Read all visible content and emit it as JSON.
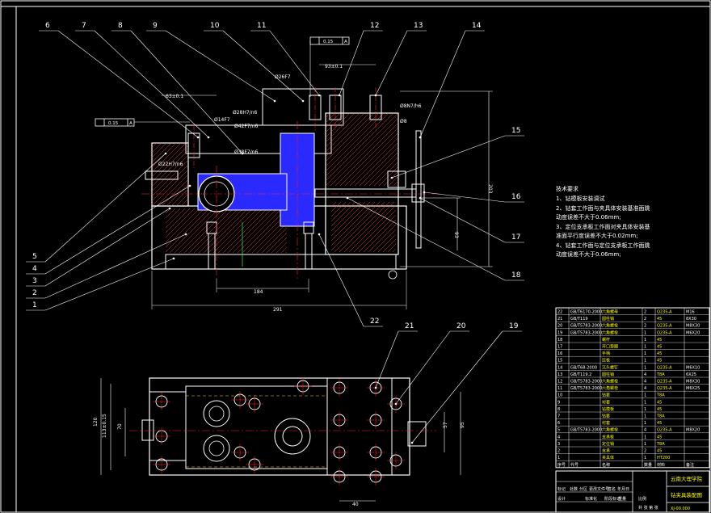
{
  "drawing": {
    "colors": {
      "background": "#000000",
      "line": "#ffffff",
      "center": "#ff2020",
      "hatch": "#ff4040",
      "part": "#3030ff",
      "leader": "#ffffff",
      "dim": "#ffffff",
      "title": "#ffff00",
      "green": "#33dd33"
    },
    "balloons": [
      "1",
      "2",
      "3",
      "4",
      "5",
      "6",
      "7",
      "8",
      "9",
      "10",
      "11",
      "12",
      "13",
      "14",
      "15",
      "16",
      "17",
      "18",
      "19",
      "20",
      "21",
      "22"
    ],
    "dims_front": {
      "d_93": "93±0.1",
      "d_63": "63±0.1",
      "d_26f7": "Ø26F7",
      "d_28h7": "Ø28H7/n6",
      "d_14f7": "Ø14F7",
      "d_42f7": "Ø42F7/n6",
      "d_38f7": "Ø38F7/n6",
      "d_22h7": "Ø22H7/n6",
      "d_8n7": "Ø8N7/h6",
      "d_phi_a": "Ø8",
      "d_184": "184",
      "d_291": "291",
      "d_203": "203",
      "d_93v": "93",
      "tol1": "0.15",
      "tol1_ref": "A",
      "tol2": "0.15",
      "tol2_ref": "A"
    },
    "dims_top": {
      "d_120": "120",
      "d_113": "113±0.15",
      "d_70": "70",
      "d_57": "57",
      "d_95": "95",
      "d_40": "40"
    }
  },
  "notes": {
    "title": "技术要求",
    "lines": [
      "1、钻模板安装调试",
      "2、钻套工作面与夹具体安装基准面跳",
      "动度误差不大于0.06mm;",
      "3、定位支承板工作面对夹具体安装基",
      "准面平行度误差不大于0.02mm;",
      "4、钻套工作面与定位支承板工作面跳",
      "动度误差不大于0.06mm;"
    ]
  },
  "bom": {
    "rows": [
      [
        "22",
        "GB/T6170-2000",
        "六角螺母",
        "2",
        "Q235-A",
        "M16"
      ],
      [
        "21",
        "GB/T119",
        "圆柱销",
        "2",
        "45",
        "8X30"
      ],
      [
        "20",
        "GB/T5783-2000",
        "六角螺栓",
        "2",
        "Q235-A",
        "M8X30"
      ],
      [
        "19",
        "GB/T5783-2000",
        "六角螺栓",
        "1",
        "Q235-A",
        "M6X20"
      ],
      [
        "18",
        "",
        "螺杆",
        "1",
        "45",
        ""
      ],
      [
        "17",
        "",
        "开口垫圈",
        "1",
        "45",
        ""
      ],
      [
        "16",
        "",
        "手柄",
        "1",
        "45",
        ""
      ],
      [
        "15",
        "",
        "压板",
        "1",
        "45",
        ""
      ],
      [
        "14",
        "GB/T68-2000",
        "沉头螺钉",
        "1",
        "Q235-A",
        "M6X10"
      ],
      [
        "13",
        "GB/T119.2",
        "圆柱销",
        "4",
        "T8A",
        "6X25"
      ],
      [
        "12",
        "GB/T5783-2000",
        "六角螺栓",
        "4",
        "Q235-A",
        "M8X30"
      ],
      [
        "11",
        "GB/T5783-2000",
        "六角螺栓",
        "4",
        "Q235-A",
        "M6X25"
      ],
      [
        "10",
        "",
        "钻套",
        "1",
        "T8A",
        ""
      ],
      [
        "9",
        "",
        "衬套",
        "1",
        "45",
        ""
      ],
      [
        "8",
        "",
        "钻模板",
        "1",
        "45",
        ""
      ],
      [
        "7",
        "",
        "钻套",
        "1",
        "T8A",
        ""
      ],
      [
        "6",
        "",
        "衬套",
        "1",
        "45",
        ""
      ],
      [
        "5",
        "GB/T5783-2000",
        "六角螺栓",
        "4",
        "Q235-A",
        "M8X20"
      ],
      [
        "4",
        "",
        "支承板",
        "1",
        "45",
        ""
      ],
      [
        "3",
        "",
        "定位销",
        "1",
        "T8A",
        ""
      ],
      [
        "2",
        "",
        "支承",
        "2",
        "45",
        ""
      ],
      [
        "1",
        "",
        "夹具体",
        "1",
        "HT200",
        ""
      ]
    ],
    "header": [
      "序号",
      "代号",
      "名称",
      "数量",
      "材料",
      "备注"
    ],
    "school": "云南大理学院",
    "drawing_name": "钻夹具装配图",
    "sub_labels": [
      "标记",
      "处数",
      "分区",
      "更改文件号",
      "签名",
      "年月日"
    ],
    "sub_labels2": [
      "设计",
      "标准化",
      "阶段标记",
      "重量",
      "比例"
    ],
    "sheet": "共 张 第 张",
    "code": "XJ-00.000"
  }
}
